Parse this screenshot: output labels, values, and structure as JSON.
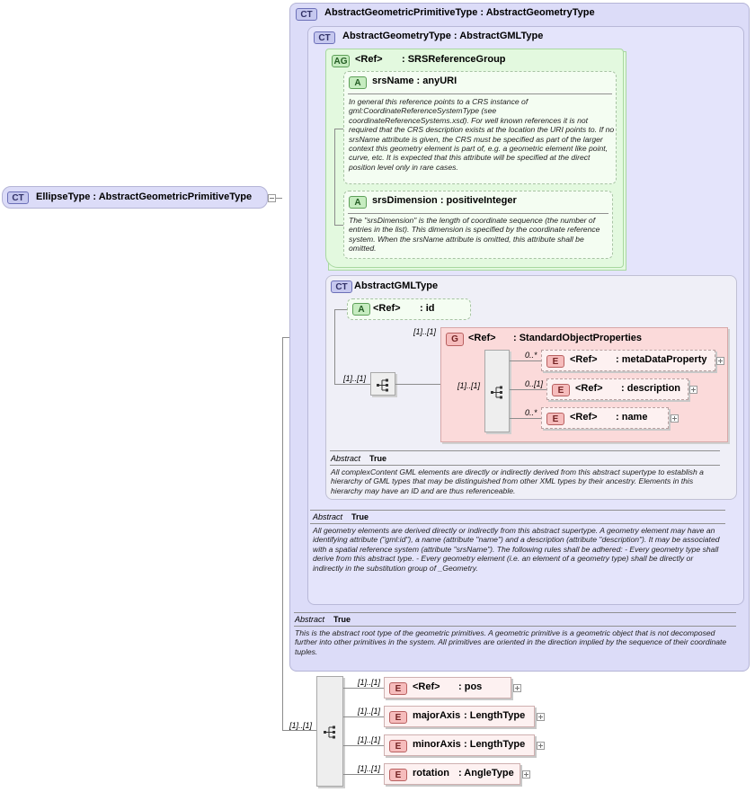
{
  "type_prefix": "CT",
  "root": {
    "badge": "CT",
    "name": "EllipseType",
    "base": "AbstractGeometricPrimitiveType"
  },
  "agp": {
    "badge": "CT",
    "name": "AbstractGeometricPrimitiveType",
    "base": "AbstractGeometryType",
    "abstract_label": "Abstract",
    "abstract_value": "True",
    "doc": "This is the abstract root type of the geometric primitives. A geometric primitive is a geometric object that is not decomposed further into other primitives in the system. All primitives are oriented in the direction implied by the sequence of their coordinate tuples."
  },
  "agt": {
    "badge": "CT",
    "name": "AbstractGeometryType",
    "base": "AbstractGMLType",
    "abstract_label": "Abstract",
    "abstract_value": "True",
    "doc": "All geometry elements are derived directly or indirectly from this abstract supertype. A geometry element may have an identifying attribute (\"gml:id\"), a name (attribute \"name\") and a description (attribute \"description\"). It may be associated with a spatial reference system (attribute \"srsName\"). The following rules shall be adhered: - Every geometry type shall derive from this abstract type. - Every geometry element (i.e. an element of a geometry type) shall be directly or indirectly in the substitution group of _Geometry."
  },
  "srs_group": {
    "badge": "AG",
    "ref": "<Ref>",
    "name": ": SRSReferenceGroup"
  },
  "srs_name": {
    "badge": "A",
    "name": "srsName",
    "type": ": anyURI",
    "doc": "In general this reference points to a CRS instance of gml:CoordinateReferenceSystemType (see coordinateReferenceSystems.xsd). For well known references it is not required that the CRS description exists at the location the URI points to. If no srsName attribute is given, the CRS must be specified as part of the larger context this geometry element is part of, e.g. a geometric element like point, curve, etc. It is expected that this attribute will be specified at the direct position level only in rare cases."
  },
  "srs_dimension": {
    "badge": "A",
    "name": "srsDimension",
    "type": ": positiveInteger",
    "doc": "The \"srsDimension\" is the length of coordinate sequence (the number of entries in the list). This dimension is specified by the coordinate reference system. When the srsName attribute is omitted, this attribute shall be omitted."
  },
  "gml": {
    "badge": "CT",
    "name": "AbstractGMLType",
    "abstract_label": "Abstract",
    "abstract_value": "True",
    "doc": "All complexContent GML elements are directly or indirectly derived from this abstract supertype to establish a hierarchy of GML types that may be distinguished from other XML types by their ancestry. Elements in this hierarchy may have an ID and are thus referenceable."
  },
  "id_attr": {
    "badge": "A",
    "ref": "<Ref>",
    "name": ": id"
  },
  "sop": {
    "badge": "G",
    "ref": "<Ref>",
    "name": ": StandardObjectProperties",
    "card": "[1]..[1]"
  },
  "gml_seq_card": "[1]..[1]",
  "sop_seq_card": "[1]..[1]",
  "sop_elements": [
    {
      "badge": "E",
      "ref": "<Ref>",
      "name": ": metaDataProperty",
      "card": "0..*"
    },
    {
      "badge": "E",
      "ref": "<Ref>",
      "name": ": description",
      "card": "0..[1]"
    },
    {
      "badge": "E",
      "ref": "<Ref>",
      "name": ": name",
      "card": "0..*"
    }
  ],
  "root_seq_card": "[1]..[1]",
  "root_elements": [
    {
      "badge": "E",
      "name": "<Ref>",
      "type": ": pos",
      "card": "[1]..[1]"
    },
    {
      "badge": "E",
      "name": "majorAxis",
      "type": ": LengthType",
      "card": "[1]..[1]"
    },
    {
      "badge": "E",
      "name": "minorAxis",
      "type": ": LengthType",
      "card": "[1]..[1]"
    },
    {
      "badge": "E",
      "name": "rotation",
      "type": ": AngleType",
      "card": "[1]..[1]"
    }
  ]
}
